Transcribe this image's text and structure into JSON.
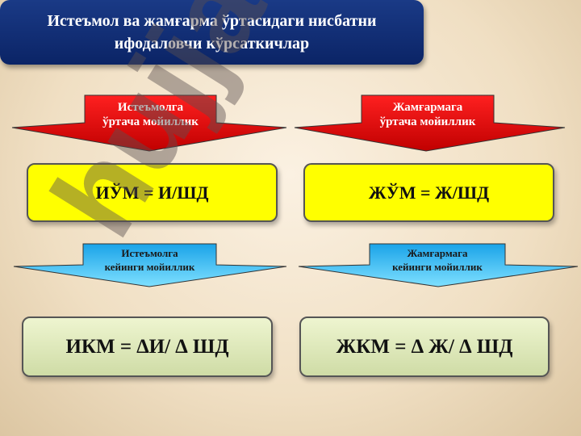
{
  "title": "Истеъмол ва жамғарма ўртасидаги нисбатни ифодаловчи кўрсаткичлар",
  "arrows_top": [
    {
      "line1": "Истеъмолга",
      "line2": "ўртача мойиллик",
      "color": "#ee0000"
    },
    {
      "line1": "Жамғармага",
      "line2": "ўртача мойиллик",
      "color": "#ee0000"
    }
  ],
  "formulas_top": [
    "ИЎМ = И/ШД",
    "ЖЎМ = Ж/ШД"
  ],
  "arrows_bottom": [
    {
      "line1": "Истеъмолга",
      "line2": "кейинги мойиллик",
      "color": "#29b6f0"
    },
    {
      "line1": "Жамғармага",
      "line2": "кейинги мойиллик",
      "color": "#29b6f0"
    }
  ],
  "formulas_bottom": [
    "ИКМ = ∆И/ ∆ ШД",
    "ЖКМ = ∆ Ж/ ∆ ШД"
  ],
  "watermark": "hujjat"
}
